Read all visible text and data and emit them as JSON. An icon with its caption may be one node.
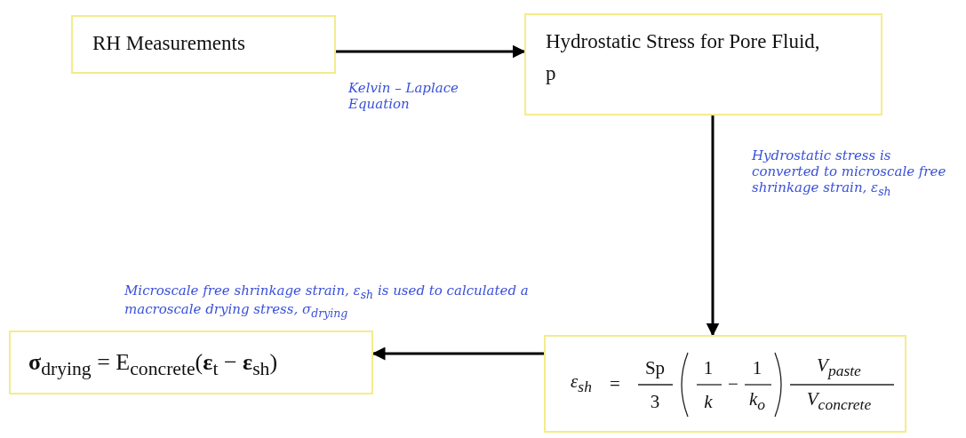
{
  "diagram": {
    "nodes": [
      {
        "text": [
          "RH Measurements"
        ]
      },
      {
        "text": [
          "Hydrostatic Stress for Pore Fluid, p"
        ]
      },
      {
        "text": [
          "ε$_{sh}$",
          "=",
          "Sp",
          "3",
          "1",
          "k",
          "−",
          "1",
          "k$_{o}$",
          "V$_{paste}$",
          "V$_{concrete}$"
        ]
      },
      {
        "text": [
          "**σ**$_{drying}$ = E$_{concrete}$(**ε**$_{t}$ − **ε**$_{sh}$)"
        ]
      }
    ],
    "edges": [
      {
        "from": 0,
        "to": 1,
        "arrow": "to",
        "label": "Kelvin – Laplace Equation"
      },
      {
        "from": 1,
        "to": 2,
        "arrow": "to",
        "label": "Hydrostatic stress is converted to microscale free shrinkage strain, ε$_{sh}$"
      },
      {
        "from": 2,
        "to": 3,
        "arrow": "to",
        "label": "Microscale free shrinkage strain, ε$_{sh}$ is used to calculated a macroscale drying stress, σ$_{drying}$"
      }
    ]
  }
}
